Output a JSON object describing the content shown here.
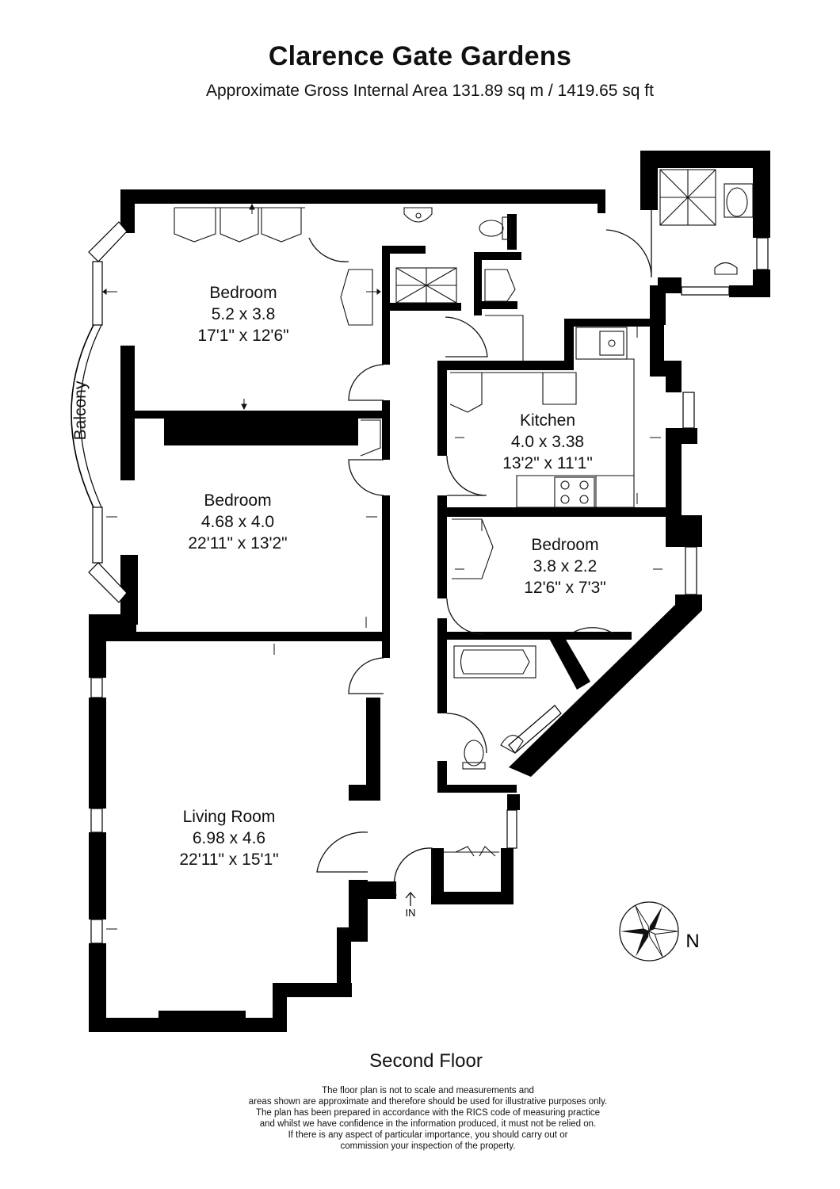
{
  "header": {
    "title": "Clarence Gate Gardens",
    "subtitle": "Approximate Gross Internal Area 131.89 sq m / 1419.65 sq ft"
  },
  "rooms": {
    "bedroom1": {
      "name": "Bedroom",
      "metric": "5.2 x 3.8",
      "imperial": "17'1\" x 12'6\""
    },
    "bedroom2": {
      "name": "Bedroom",
      "metric": "4.68 x 4.0",
      "imperial": "22'11\" x 13'2\""
    },
    "kitchen": {
      "name": "Kitchen",
      "metric": "4.0 x 3.38",
      "imperial": "13'2\" x 11'1\""
    },
    "bedroom3": {
      "name": "Bedroom",
      "metric": "3.8 x 2.2",
      "imperial": "12'6\" x 7'3\""
    },
    "living": {
      "name": "Living Room",
      "metric": "6.98 x 4.6",
      "imperial": "22'11\" x 15'1\""
    },
    "balcony": {
      "name": "Balcony"
    }
  },
  "entrance_label": "IN",
  "compass_label": "N",
  "floor_name": "Second Floor",
  "disclaimer": [
    "The floor plan is not to scale and measurements and",
    "areas shown are approximate and therefore should be used for illustrative purposes only.",
    "The plan has been prepared in accordance with the RICS code of measuring practice",
    "and whilst we have confidence in the information produced, it must not be relied on.",
    "If there is any aspect of particular importance, you should carry out or",
    "commission your inspection of the property."
  ],
  "colors": {
    "wall": "#000000",
    "background": "#ffffff",
    "fixture_line": "#222222"
  }
}
